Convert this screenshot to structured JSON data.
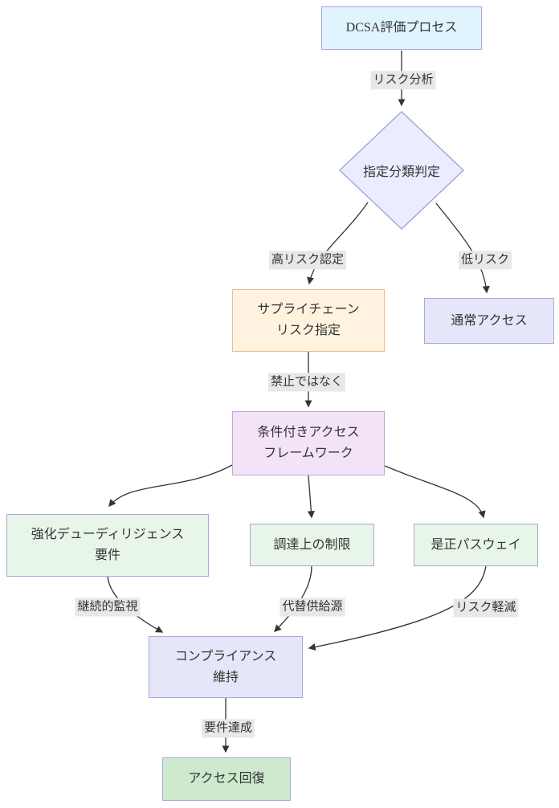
{
  "diagram": {
    "nodes": {
      "start": {
        "label": "DCSA評価プロセス"
      },
      "decision": {
        "label": "指定分類判定"
      },
      "supply": {
        "line1": "サプライチェーン",
        "line2": "リスク指定"
      },
      "normal": {
        "label": "通常アクセス"
      },
      "conditional": {
        "line1": "条件付きアクセス",
        "line2": "フレームワーク"
      },
      "edd": {
        "line1": "強化デューディリジェンス",
        "line2": "要件"
      },
      "procurement": {
        "label": "調達上の制限"
      },
      "remediation": {
        "label": "是正パスウェイ"
      },
      "compliance": {
        "line1": "コンプライアンス",
        "line2": "維持"
      },
      "restore": {
        "label": "アクセス回復"
      }
    },
    "edge_labels": {
      "risk_analysis": "リスク分析",
      "high_risk": "高リスク認定",
      "low_risk": "低リスク",
      "not_prohibition": "禁止ではなく",
      "continuous_monitoring": "継続的監視",
      "alternative_sources": "代替供給源",
      "risk_mitigation": "リスク軽減",
      "requirements_met": "要件達成"
    },
    "colors": {
      "blue_fill": "#e0f4fd",
      "diamond_fill": "#ececff",
      "lavender_fill": "#e6e6fa",
      "orange_fill": "#fff3e0",
      "purple_fill": "#f3e3f7",
      "green_light_fill": "#e8f5e9",
      "green_fill": "#cde9ce",
      "border_lavender": "#a8a8d8",
      "border_orange": "#eabd8e",
      "border_purple": "#c9a3d6",
      "edge": "#333333",
      "label_bg": "#e8e8e8",
      "text": "#333333"
    }
  }
}
